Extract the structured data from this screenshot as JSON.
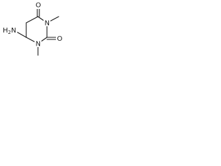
{
  "molecule": {
    "atoms": {
      "n_top": "N",
      "n_bottom": "N",
      "o_top": "O",
      "o_right": "O",
      "nh2": "H2N",
      "me_top": "CH3",
      "me_bottom": "CH3"
    }
  },
  "colors": {
    "bond": "#1a1a1a",
    "text": "#1a1a1a",
    "background": "#ffffff"
  }
}
